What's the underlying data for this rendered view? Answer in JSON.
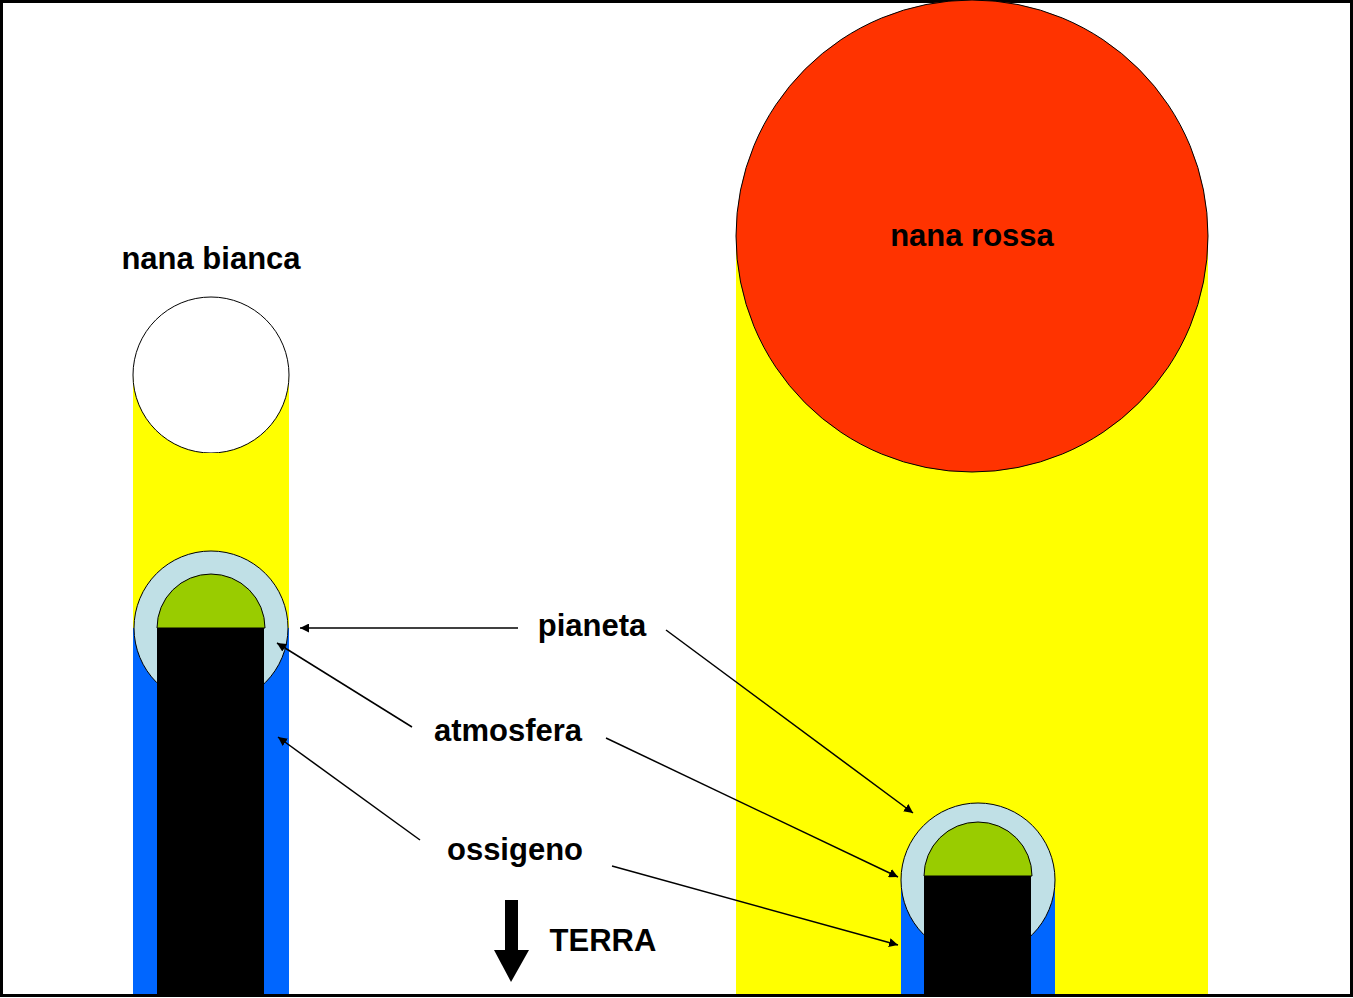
{
  "diagram": {
    "nodes": [
      {
        "text": [
          "nana bianca"
        ]
      },
      {
        "text": [
          "nana rossa"
        ]
      }
    ],
    "labels": [
      "pianeta",
      "atmosfera",
      "ossigeno",
      "TERRA"
    ]
  }
}
